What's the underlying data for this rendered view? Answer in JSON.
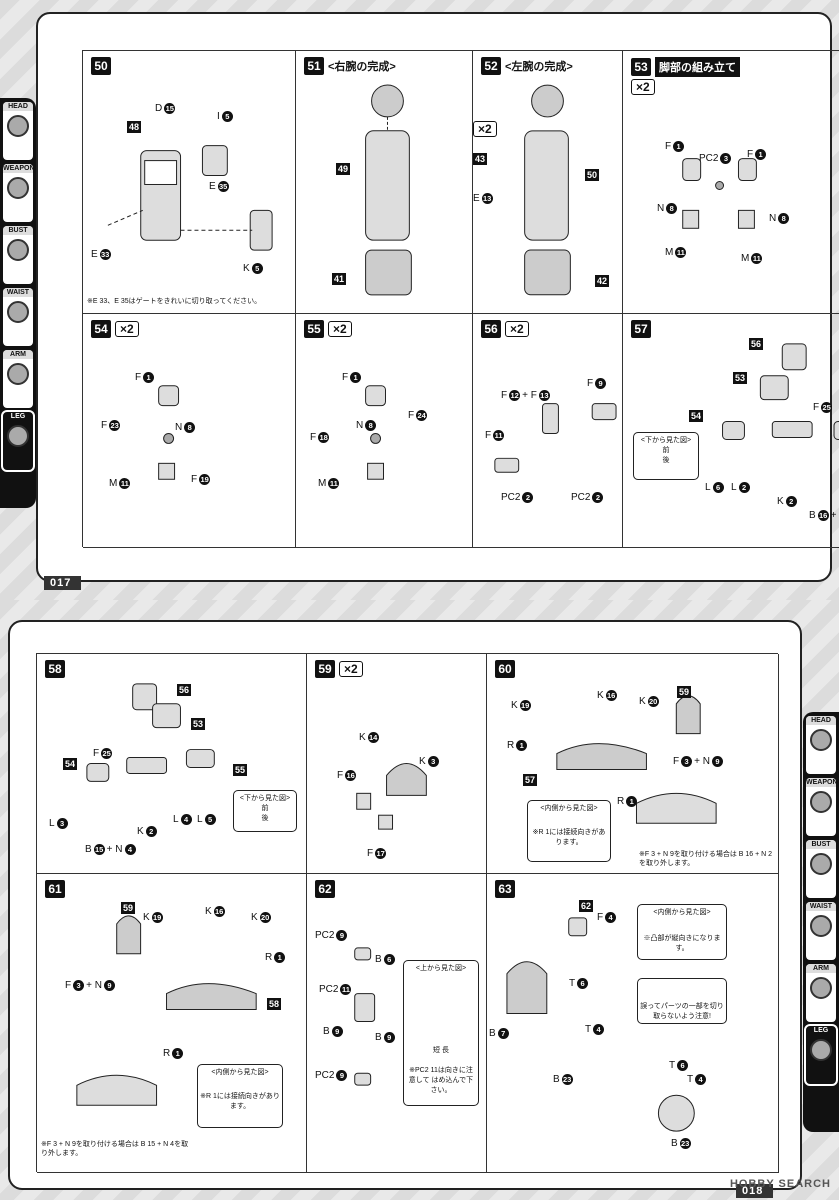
{
  "pages": {
    "top": {
      "page_number": "017",
      "sidebar": [
        {
          "label": "HEAD",
          "icon": "head-icon",
          "active": false
        },
        {
          "label": "WEAPON",
          "icon": "weapon-icon",
          "active": false
        },
        {
          "label": "BUST",
          "icon": "bust-icon",
          "active": false
        },
        {
          "label": "WAIST",
          "icon": "waist-icon",
          "active": false
        },
        {
          "label": "ARM",
          "icon": "arm-icon",
          "active": false
        },
        {
          "label": "LEG",
          "icon": "leg-icon",
          "active": true
        }
      ],
      "steps": [
        {
          "num": "50",
          "title": "",
          "multiplier": "",
          "note": "※E 33、E 35はゲートをきれいに切り取ってください。",
          "labels": [
            {
              "text": "48",
              "kind": "tag"
            },
            {
              "text": "D",
              "n": "15"
            },
            {
              "text": "I",
              "n": "5"
            },
            {
              "text": "E",
              "n": "35"
            },
            {
              "text": "E",
              "n": "33"
            },
            {
              "text": "K",
              "n": "5"
            }
          ]
        },
        {
          "num": "51",
          "title": "<右腕の完成>",
          "multiplier": "",
          "labels": [
            {
              "text": "49",
              "kind": "tag"
            },
            {
              "text": "41",
              "kind": "tag"
            }
          ]
        },
        {
          "num": "52",
          "title": "<左腕の完成>",
          "multiplier": "",
          "labels": [
            {
              "text": "43",
              "kind": "tag"
            },
            {
              "text": "E",
              "n": "13"
            },
            {
              "text": "50",
              "kind": "tag"
            },
            {
              "text": "42",
              "kind": "tag"
            }
          ],
          "inset_multiplier": "×2"
        },
        {
          "num": "53",
          "title": "脚部の組み立て",
          "multiplier": "×2",
          "labels": [
            {
              "text": "F",
              "n": "1"
            },
            {
              "text": "PC2",
              "n": "3"
            },
            {
              "text": "F",
              "n": "1"
            },
            {
              "text": "N",
              "n": "8"
            },
            {
              "text": "N",
              "n": "8"
            },
            {
              "text": "M",
              "n": "11"
            },
            {
              "text": "M",
              "n": "11"
            }
          ]
        },
        {
          "num": "54",
          "title": "",
          "multiplier": "×2",
          "labels": [
            {
              "text": "F",
              "n": "1"
            },
            {
              "text": "F",
              "n": "23"
            },
            {
              "text": "N",
              "n": "8"
            },
            {
              "text": "F",
              "n": "19"
            },
            {
              "text": "M",
              "n": "11"
            }
          ]
        },
        {
          "num": "55",
          "title": "",
          "multiplier": "×2",
          "labels": [
            {
              "text": "F",
              "n": "1"
            },
            {
              "text": "F",
              "n": "24"
            },
            {
              "text": "F",
              "n": "18"
            },
            {
              "text": "N",
              "n": "8"
            },
            {
              "text": "M",
              "n": "11"
            }
          ]
        },
        {
          "num": "56",
          "title": "",
          "multiplier": "×2",
          "labels": [
            {
              "text": "F",
              "n": "12",
              "plus": "+ F",
              "n2": "13"
            },
            {
              "text": "F",
              "n": "9"
            },
            {
              "text": "F",
              "n": "11"
            },
            {
              "text": "PC2",
              "n": "2"
            },
            {
              "text": "PC2",
              "n": "2"
            }
          ]
        },
        {
          "num": "57",
          "title": "",
          "multiplier": "",
          "view_box": {
            "title": "<下から見た図>",
            "front": "前",
            "back": "後"
          },
          "labels": [
            {
              "text": "56",
              "kind": "tag"
            },
            {
              "text": "53",
              "kind": "tag"
            },
            {
              "text": "F",
              "n": "25"
            },
            {
              "text": "54",
              "kind": "tag"
            },
            {
              "text": "55",
              "kind": "tag"
            },
            {
              "text": "L",
              "n": "1"
            },
            {
              "text": "L",
              "n": "6"
            },
            {
              "text": "L",
              "n": "2"
            },
            {
              "text": "K",
              "n": "2"
            },
            {
              "text": "B",
              "n": "16",
              "plus": "+ N",
              "n2": "2"
            }
          ]
        }
      ]
    },
    "bottom": {
      "page_number": "018",
      "sidebar": [
        {
          "label": "HEAD",
          "icon": "head-icon",
          "active": false
        },
        {
          "label": "WEAPON",
          "icon": "weapon-icon",
          "active": false
        },
        {
          "label": "BUST",
          "icon": "bust-icon",
          "active": false
        },
        {
          "label": "WAIST",
          "icon": "waist-icon",
          "active": false
        },
        {
          "label": "ARM",
          "icon": "arm-icon",
          "active": false
        },
        {
          "label": "LEG",
          "icon": "leg-icon",
          "active": true
        }
      ],
      "steps": [
        {
          "num": "58",
          "title": "",
          "multiplier": "",
          "view_box": {
            "title": "<下から見た図>",
            "front": "前",
            "back": "後"
          },
          "labels": [
            {
              "text": "56",
              "kind": "tag"
            },
            {
              "text": "53",
              "kind": "tag"
            },
            {
              "text": "F",
              "n": "25"
            },
            {
              "text": "54",
              "kind": "tag"
            },
            {
              "text": "55",
              "kind": "tag"
            },
            {
              "text": "L",
              "n": "3"
            },
            {
              "text": "K",
              "n": "2"
            },
            {
              "text": "L",
              "n": "4"
            },
            {
              "text": "L",
              "n": "5"
            },
            {
              "text": "B",
              "n": "15",
              "plus": "+ N",
              "n2": "4"
            }
          ]
        },
        {
          "num": "59",
          "title": "",
          "multiplier": "×2",
          "labels": [
            {
              "text": "K",
              "n": "14"
            },
            {
              "text": "K",
              "n": "3"
            },
            {
              "text": "F",
              "n": "16"
            },
            {
              "text": "F",
              "n": "17"
            }
          ]
        },
        {
          "num": "60",
          "title": "",
          "multiplier": "",
          "view_box": {
            "title": "<内側から見た図>"
          },
          "note": "※R 1には接続向きがあります。",
          "note2": "※F 3 + N 9を取り付ける場合は B 16 + N 2を取り外します。",
          "labels": [
            {
              "text": "K",
              "n": "19"
            },
            {
              "text": "K",
              "n": "16"
            },
            {
              "text": "K",
              "n": "20"
            },
            {
              "text": "59",
              "kind": "tag"
            },
            {
              "text": "R",
              "n": "1"
            },
            {
              "text": "57",
              "kind": "tag"
            },
            {
              "text": "F",
              "n": "3",
              "plus": "+ N",
              "n2": "9"
            },
            {
              "text": "R",
              "n": "1"
            }
          ]
        },
        {
          "num": "61",
          "title": "",
          "multiplier": "",
          "view_box": {
            "title": "<内側から見た図>"
          },
          "note": "※R 1には接続向きがあります。",
          "note2": "※F 3 + N 9を取り付ける場合は B 15 + N 4を取り外します。",
          "labels": [
            {
              "text": "59",
              "kind": "tag"
            },
            {
              "text": "K",
              "n": "19"
            },
            {
              "text": "K",
              "n": "16"
            },
            {
              "text": "K",
              "n": "20"
            },
            {
              "text": "F",
              "n": "3",
              "plus": "+ N",
              "n2": "9"
            },
            {
              "text": "R",
              "n": "1"
            },
            {
              "text": "58",
              "kind": "tag"
            },
            {
              "text": "R",
              "n": "1"
            }
          ]
        },
        {
          "num": "62",
          "title": "",
          "multiplier": "",
          "view_box": {
            "title": "<上から見た図>",
            "short": "短",
            "long": "長"
          },
          "note": "※PC2 11は向きに注意して はめ込んで下さい。",
          "labels": [
            {
              "text": "PC2",
              "n": "9"
            },
            {
              "text": "B",
              "n": "6"
            },
            {
              "text": "PC2",
              "n": "11"
            },
            {
              "text": "B",
              "n": "9"
            },
            {
              "text": "B",
              "n": "9"
            },
            {
              "text": "PC2",
              "n": "9"
            }
          ]
        },
        {
          "num": "63",
          "title": "",
          "multiplier": "",
          "view_box": {
            "title": "<内側から見た図>",
            "text": "※凸部が縦向きになります。"
          },
          "note": "誤ってパーツの一部を切り取らないよう注意!",
          "labels": [
            {
              "text": "62",
              "kind": "tag"
            },
            {
              "text": "F",
              "n": "4"
            },
            {
              "text": "T",
              "n": "6"
            },
            {
              "text": "T",
              "n": "4"
            },
            {
              "text": "B",
              "n": "7"
            },
            {
              "text": "B",
              "n": "23"
            },
            {
              "text": "T",
              "n": "6"
            },
            {
              "text": "T",
              "n": "4"
            },
            {
              "text": "B",
              "n": "23"
            }
          ]
        }
      ]
    }
  },
  "watermark": "HOBBY SEARCH",
  "colors": {
    "ink": "#111111",
    "paper": "#ffffff",
    "bg": "#e6e6e6"
  }
}
